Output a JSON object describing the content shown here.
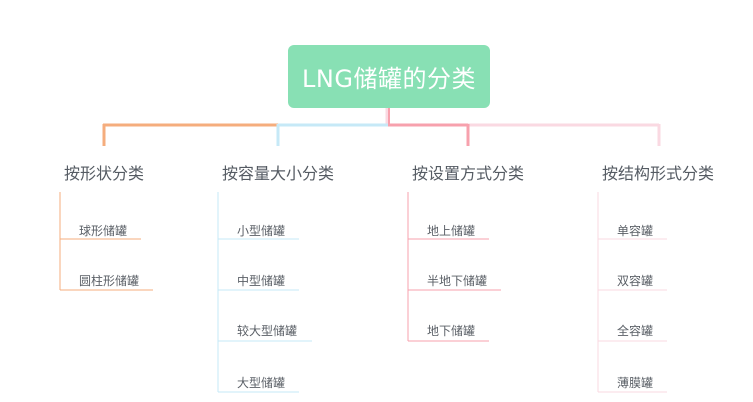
{
  "title": "LNG储罐的分类",
  "colors": {
    "root_bg": "#88e0b4",
    "branch_colors": [
      "#f5ad7d",
      "#c6e9f7",
      "#f7a1ad",
      "#fad9e2"
    ]
  },
  "categories": [
    {
      "label": "按形状分类",
      "items": [
        "球形储罐",
        "圆柱形储罐"
      ]
    },
    {
      "label": "按容量大小分类",
      "items": [
        "小型储罐",
        "中型储罐",
        "较大型储罐",
        "大型储罐"
      ]
    },
    {
      "label": "按设置方式分类",
      "items": [
        "地上储罐",
        "半地下储罐",
        "地下储罐"
      ]
    },
    {
      "label": "按结构形式分类",
      "items": [
        "单容罐",
        "双容罐",
        "全容罐",
        "薄膜罐"
      ]
    }
  ]
}
